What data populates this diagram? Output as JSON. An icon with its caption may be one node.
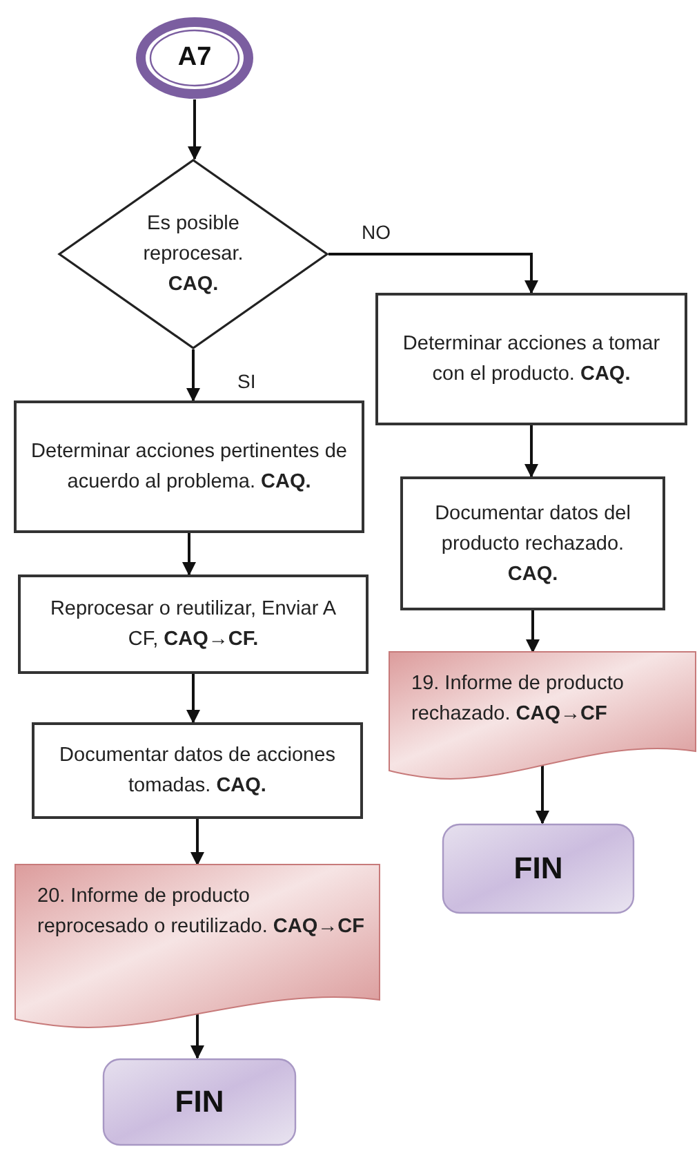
{
  "diagram": {
    "nodes": [
      {
        "text": [
          "A7"
        ]
      },
      {
        "text": [
          "Es posible reprocesar. **CAQ.**"
        ]
      },
      {
        "text": [
          "Determinar acciones a tomar con el producto. **CAQ.**"
        ]
      },
      {
        "text": [
          "Determinar acciones pertinentes de acuerdo al problema. **CAQ.**"
        ]
      },
      {
        "text": [
          "Documentar datos del producto rechazado. **CAQ.**"
        ]
      },
      {
        "text": [
          "Reprocesar o reutilizar, Enviar A CF, **CAQ→CF.**"
        ]
      },
      {
        "text": [
          "19. Informe de producto rechazado. **CAQ→CF**"
        ]
      },
      {
        "text": [
          "Documentar datos de acciones tomadas. **CAQ.**"
        ]
      },
      {
        "text": [
          "20. Informe de producto reprocesado o reutilizado. **CAQ→CF**"
        ]
      },
      {
        "text": [
          "FIN"
        ]
      },
      {
        "text": [
          "FIN"
        ]
      }
    ],
    "edges": [
      {
        "from": 0,
        "to": 1,
        "arrow": "to"
      },
      {
        "from": 1,
        "to": 2,
        "arrow": "to",
        "label": "NO"
      },
      {
        "from": 1,
        "to": 3,
        "arrow": "to",
        "label": "SI"
      },
      {
        "from": 3,
        "to": 5,
        "arrow": "to"
      },
      {
        "from": 5,
        "to": 7,
        "arrow": "to"
      },
      {
        "from": 7,
        "to": 8,
        "arrow": "to"
      },
      {
        "from": 8,
        "to": 10,
        "arrow": "to"
      },
      {
        "from": 2,
        "to": 4,
        "arrow": "to"
      },
      {
        "from": 4,
        "to": 6,
        "arrow": "to"
      },
      {
        "from": 6,
        "to": 9,
        "arrow": "to"
      }
    ]
  }
}
